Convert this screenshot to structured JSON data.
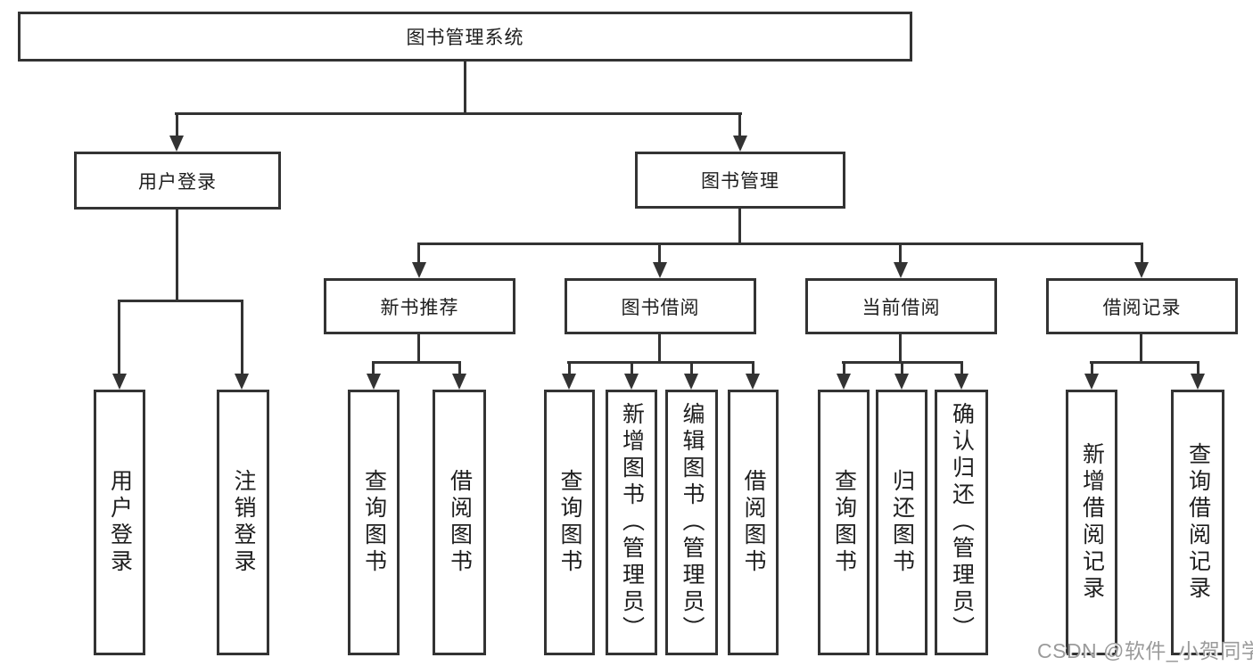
{
  "tree": {
    "root": {
      "label": "图书管理系统"
    },
    "level2": [
      {
        "label": "用户登录",
        "children": [
          "用户登录",
          "注销登录"
        ]
      },
      {
        "label": "图书管理"
      }
    ],
    "level3": [
      {
        "label": "新书推荐",
        "children": [
          "查询图书",
          "借阅图书"
        ]
      },
      {
        "label": "图书借阅",
        "children": [
          "查询图书",
          "新增图书（管理员）",
          "编辑图书（管理员）",
          "借阅图书"
        ]
      },
      {
        "label": "当前借阅",
        "children": [
          "查询图书",
          "归还图书",
          "确认归还（管理员）"
        ]
      },
      {
        "label": "借阅记录",
        "children": [
          "新增借阅记录",
          "查询借阅记录"
        ]
      }
    ]
  },
  "watermark": {
    "text": "CSDN @软件_小贺同学"
  },
  "colors": {
    "line": "#333333",
    "text": "#1e1e1e",
    "background": "#ffffff",
    "watermark": "#9b9b9b"
  }
}
